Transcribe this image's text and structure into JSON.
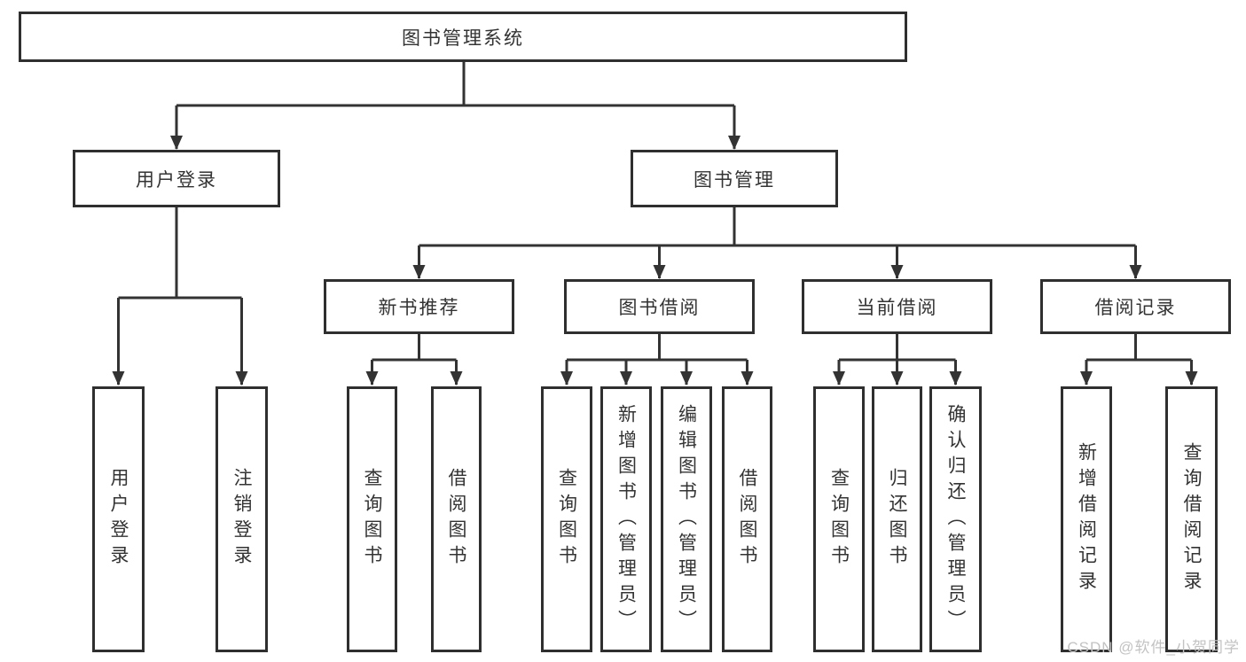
{
  "diagram": {
    "root": {
      "label": "图书管理系统"
    },
    "branches": [
      {
        "label": "用户登录",
        "children": [
          {
            "label": "用户登录"
          },
          {
            "label": "注销登录"
          }
        ]
      },
      {
        "label": "图书管理",
        "children": [
          {
            "label": "新书推荐",
            "children": [
              {
                "label": "查询图书"
              },
              {
                "label": "借阅图书"
              }
            ]
          },
          {
            "label": "图书借阅",
            "children": [
              {
                "label": "查询图书"
              },
              {
                "label": "新增图书（管理员）"
              },
              {
                "label": "编辑图书（管理员）"
              },
              {
                "label": "借阅图书"
              }
            ]
          },
          {
            "label": "当前借阅",
            "children": [
              {
                "label": "查询图书"
              },
              {
                "label": "归还图书"
              },
              {
                "label": "确认归还（管理员）"
              }
            ]
          },
          {
            "label": "借阅记录",
            "children": [
              {
                "label": "新增借阅记录"
              },
              {
                "label": "查询借阅记录"
              }
            ]
          }
        ]
      }
    ]
  },
  "watermark": {
    "text": "CSDN @软件_小贺同学"
  },
  "colors": {
    "line": "#333333",
    "box_border": "#2f2f2f",
    "text": "#333333",
    "watermark": "#c3c3c3",
    "background": "#ffffff"
  }
}
